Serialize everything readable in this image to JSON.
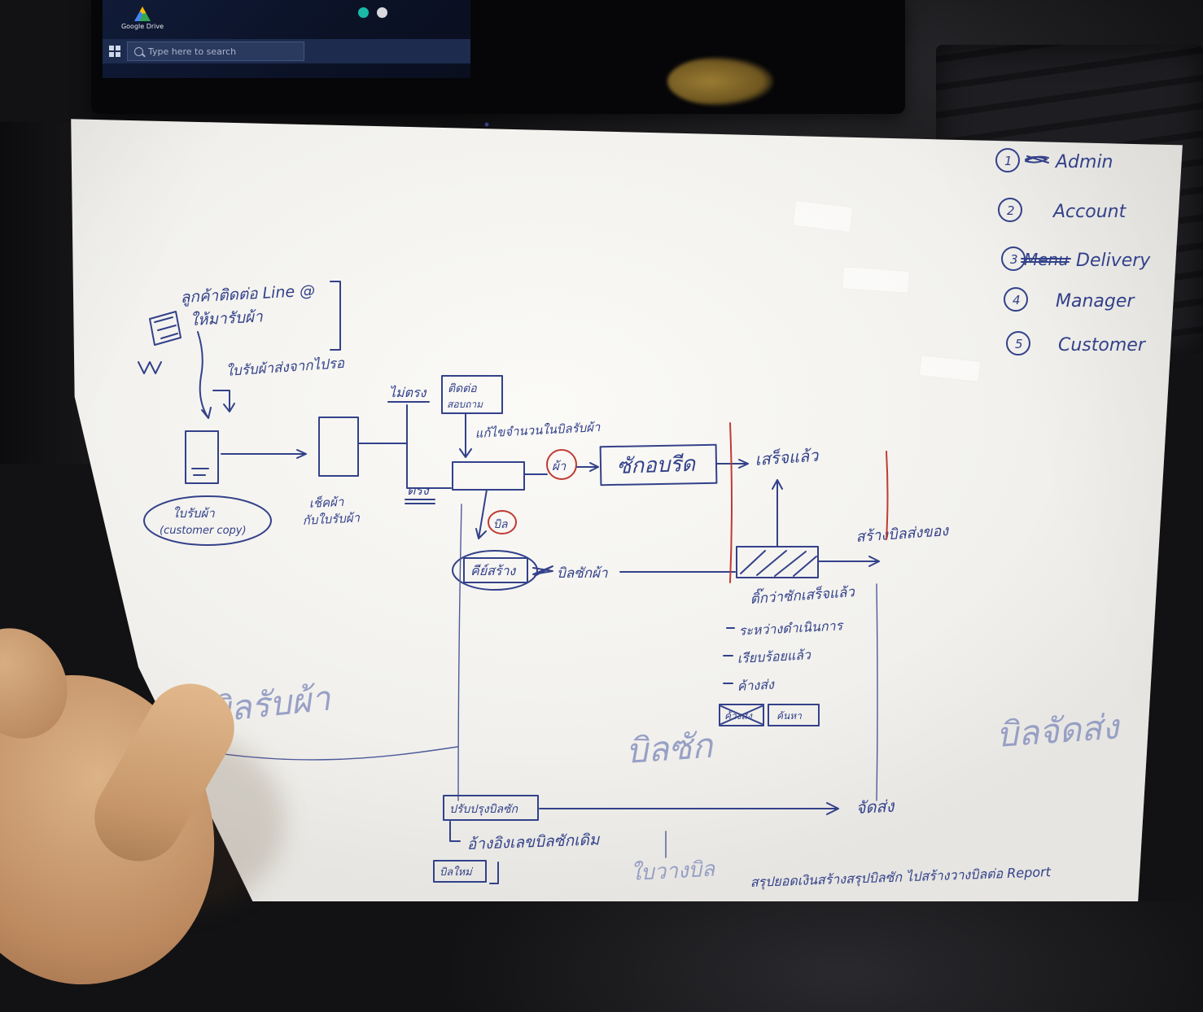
{
  "desktop": {
    "google_drive_label": "Google Drive",
    "search_text": "Type here to search"
  },
  "diagram": {
    "contact_note_1": "ลูกค้าติดต่อ Line @",
    "contact_note_2": "ให้มารับผ้า",
    "pickup_note": "ใบรับผ้าส่งจากไปรอ",
    "receipt_oval_1": "ใบรับผ้า",
    "receipt_oval_2": "(customer copy)",
    "check_1": "เช็คผ้า",
    "check_2": "กับใบรับผ้า",
    "branch_no": "ไม่ตรง",
    "branch_yes": "ตรง",
    "contact_box_1": "ติดต่อ",
    "contact_box_2": "สอบถาม",
    "edit_note": "แก้ไขจำนวนในบิลรับผ้า",
    "cloth_circle": "ผ้า",
    "wash_box": "ซักอบรีด",
    "done_label": "เสร็จแล้ว",
    "bill_circle": "บิล",
    "key_create": "คีย์สร้าง",
    "wash_bill_label": "บิลซักผ้า",
    "create_delivery_bill": "สร้างบิลส่งของ",
    "tick_done_note": "ติ๊กว่าซักเสร็จแล้ว",
    "status_in_progress": "ระหว่างดำเนินการ",
    "status_done": "เรียบร้อยแล้ว",
    "status_pending": "ค้างส่ง",
    "chip_pending": "ค้างส่ง",
    "chip_search": "ค้นหา",
    "section_left": "บิลรับผ้า",
    "section_center": "บิลซัก",
    "section_right": "บิลจัดส่ง",
    "update_box": "ปรับปรุงบิลซัก",
    "deliver_label": "จัดส่ง",
    "ref_note": "อ้างอิงเลขบิลซักเดิม",
    "new_bill_box": "บิลใหม่",
    "billing_note": "ใบวางบิล",
    "summary_note": "สรุปยอดเงินสร้างสรุปบิลซัก ไปสร้างวางบิลต่อ Report"
  },
  "roles": {
    "items": [
      {
        "num": "1",
        "label": "Admin"
      },
      {
        "num": "2",
        "label": "Account"
      },
      {
        "num": "3",
        "crossed": "Menu",
        "label": "Delivery"
      },
      {
        "num": "4",
        "label": "Manager"
      },
      {
        "num": "5",
        "label": "Customer"
      }
    ]
  }
}
